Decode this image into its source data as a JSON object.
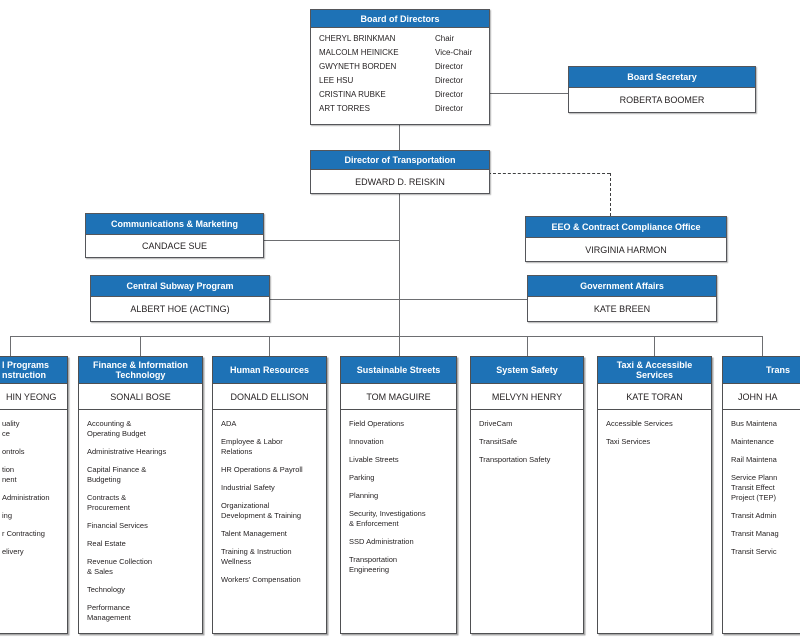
{
  "palette": {
    "header_blue": "#1e72b6",
    "line_gray": "#6d6e71",
    "border_gray": "#4f5052",
    "text_dark": "#231f20"
  },
  "board": {
    "title": "Board of Directors",
    "members": [
      {
        "name": "CHERYL BRINKMAN",
        "role": "Chair"
      },
      {
        "name": "MALCOLM HEINICKE",
        "role": "Vice-Chair"
      },
      {
        "name": "GWYNETH BORDEN",
        "role": "Director"
      },
      {
        "name": "LEE HSU",
        "role": "Director"
      },
      {
        "name": "CRISTINA RUBKE",
        "role": "Director"
      },
      {
        "name": "ART TORRES",
        "role": "Director"
      }
    ]
  },
  "board_secretary": {
    "title": "Board Secretary",
    "name": "ROBERTA BOOMER"
  },
  "director": {
    "title": "Director of Transportation",
    "name": "EDWARD D. REISKIN"
  },
  "communications": {
    "title": "Communications & Marketing",
    "name": "CANDACE SUE"
  },
  "eeo": {
    "title": "EEO & Contract Compliance Office",
    "name": "VIRGINIA HARMON"
  },
  "central_subway": {
    "title": "Central Subway Program",
    "name": "ALBERT HOE (ACTING)"
  },
  "government_affairs": {
    "title": "Government Affairs",
    "name": "KATE BREEN"
  },
  "departments": [
    {
      "title_lines": [
        "l Programs",
        "nstruction"
      ],
      "head": "HIN YEONG",
      "items": [
        "uality\nce",
        "ontrols",
        "tion\nnent",
        "Administration",
        "ing",
        "r Contracting",
        "elivery"
      ]
    },
    {
      "title_lines": [
        "Finance & Information",
        "Technology"
      ],
      "head": "SONALI BOSE",
      "items": [
        "Accounting &\nOperating Budget",
        "Administrative Hearings",
        "Capital Finance &\nBudgeting",
        "Contracts &\nProcurement",
        "Financial Services",
        "Real Estate",
        "Revenue Collection\n& Sales",
        "Technology",
        "Performance\nManagement"
      ]
    },
    {
      "title_lines": [
        "Human Resources"
      ],
      "head": "DONALD ELLISON",
      "items": [
        "ADA",
        "Employee & Labor\nRelations",
        "HR Operations & Payroll",
        "Industrial Safety",
        "Organizational\nDevelopment & Training",
        "Talent Management",
        "Training & Instruction\nWellness",
        "Workers' Compensation"
      ]
    },
    {
      "title_lines": [
        "Sustainable Streets"
      ],
      "head": "TOM MAGUIRE",
      "items": [
        "Field Operations",
        "Innovation",
        "Livable Streets",
        "Parking",
        "Planning",
        "Security, Investigations\n& Enforcement",
        "SSD Administration",
        "Transportation\nEngineering"
      ]
    },
    {
      "title_lines": [
        "System Safety"
      ],
      "head": "MELVYN HENRY",
      "items": [
        "DriveCam",
        "TransitSafe",
        "Transportation Safety"
      ]
    },
    {
      "title_lines": [
        "Taxi & Accessible",
        "Services"
      ],
      "head": "KATE TORAN",
      "items": [
        "Accessible Services",
        "Taxi Services"
      ]
    },
    {
      "title_lines": [
        "Trans"
      ],
      "head": "JOHN HA",
      "items": [
        "Bus Maintena",
        "Maintenance",
        "Rail Maintena",
        "Service Plann\nTransit Effect\nProject (TEP)",
        "Transit Admin",
        "Transit Manag",
        "Transit Servic"
      ]
    }
  ]
}
